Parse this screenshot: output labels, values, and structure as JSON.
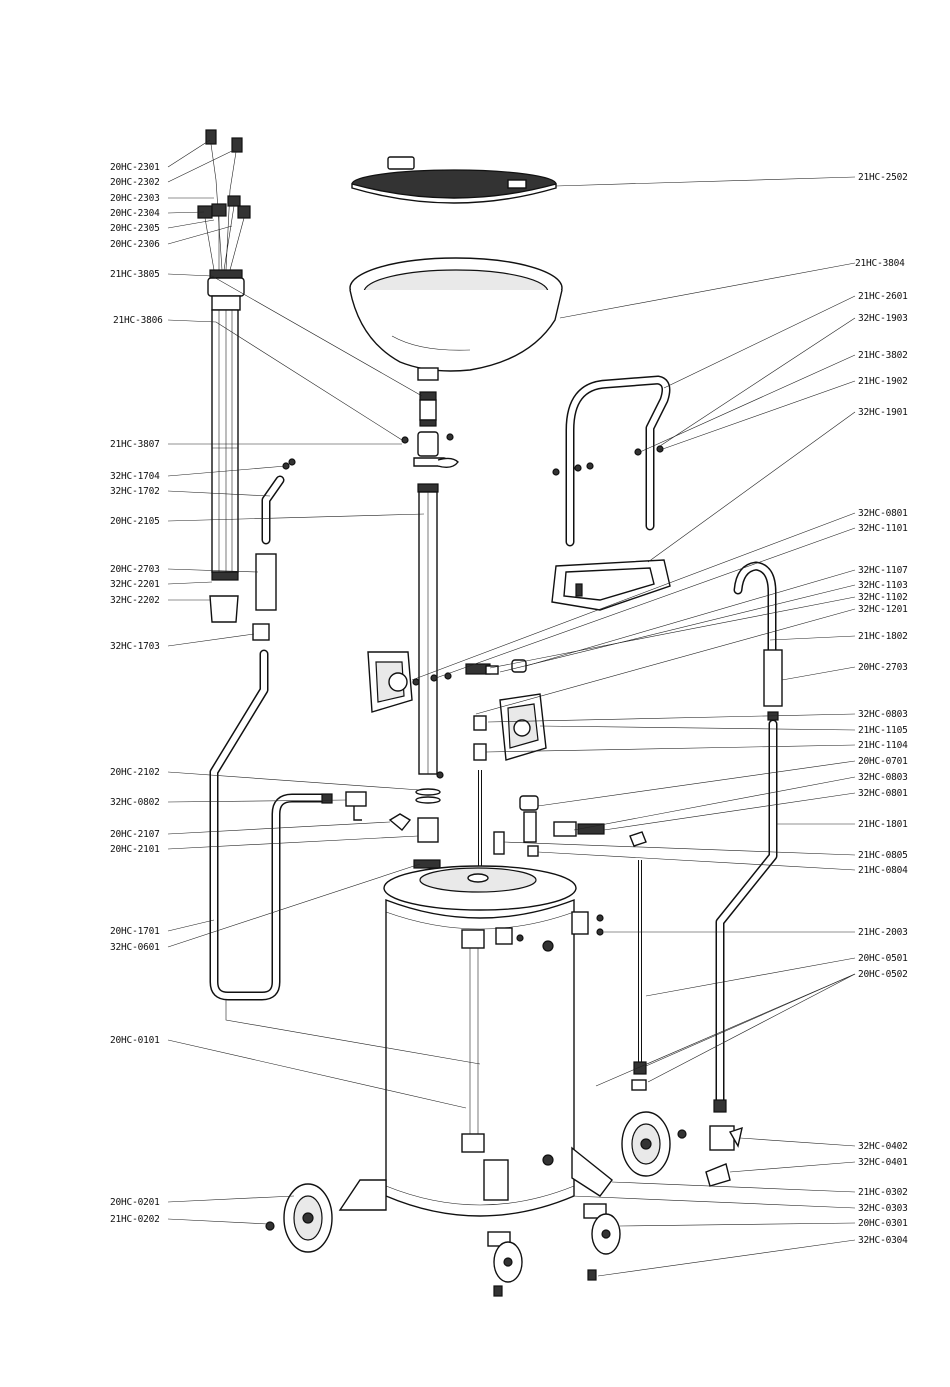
{
  "labels": [
    "20HC-2301",
    "20HC-2302",
    "20HC-2303",
    "20HC-2304",
    "20HC-2305",
    "20HC-2306",
    "21HC-3805",
    "21HC-3806",
    "21HC-3807",
    "32HC-1704",
    "32HC-1702",
    "20HC-2105",
    "20HC-2703",
    "32HC-2201",
    "32HC-2202",
    "32HC-1703",
    "20HC-2102",
    "32HC-0802",
    "20HC-2107",
    "20HC-2101",
    "20HC-1701",
    "32HC-0601",
    "20HC-0101",
    "20HC-0201",
    "21HC-0202",
    "21HC-2502",
    "21HC-3804",
    "21HC-2601",
    "32HC-1903",
    "21HC-3802",
    "21HC-1902",
    "32HC-1901",
    "32HC-0801",
    "32HC-1101",
    "32HC-1107",
    "32HC-1103",
    "32HC-1102",
    "32HC-1201",
    "21HC-1802",
    "20HC-2703",
    "32HC-0803",
    "21HC-1105",
    "21HC-1104",
    "20HC-0701",
    "32HC-0803",
    "32HC-0801",
    "21HC-1801",
    "21HC-0805",
    "21HC-0804",
    "21HC-2003",
    "20HC-0501",
    "20HC-0502",
    "32HC-0402",
    "32HC-0401",
    "21HC-0302",
    "32HC-0303",
    "20HC-0301",
    "32HC-0304"
  ]
}
